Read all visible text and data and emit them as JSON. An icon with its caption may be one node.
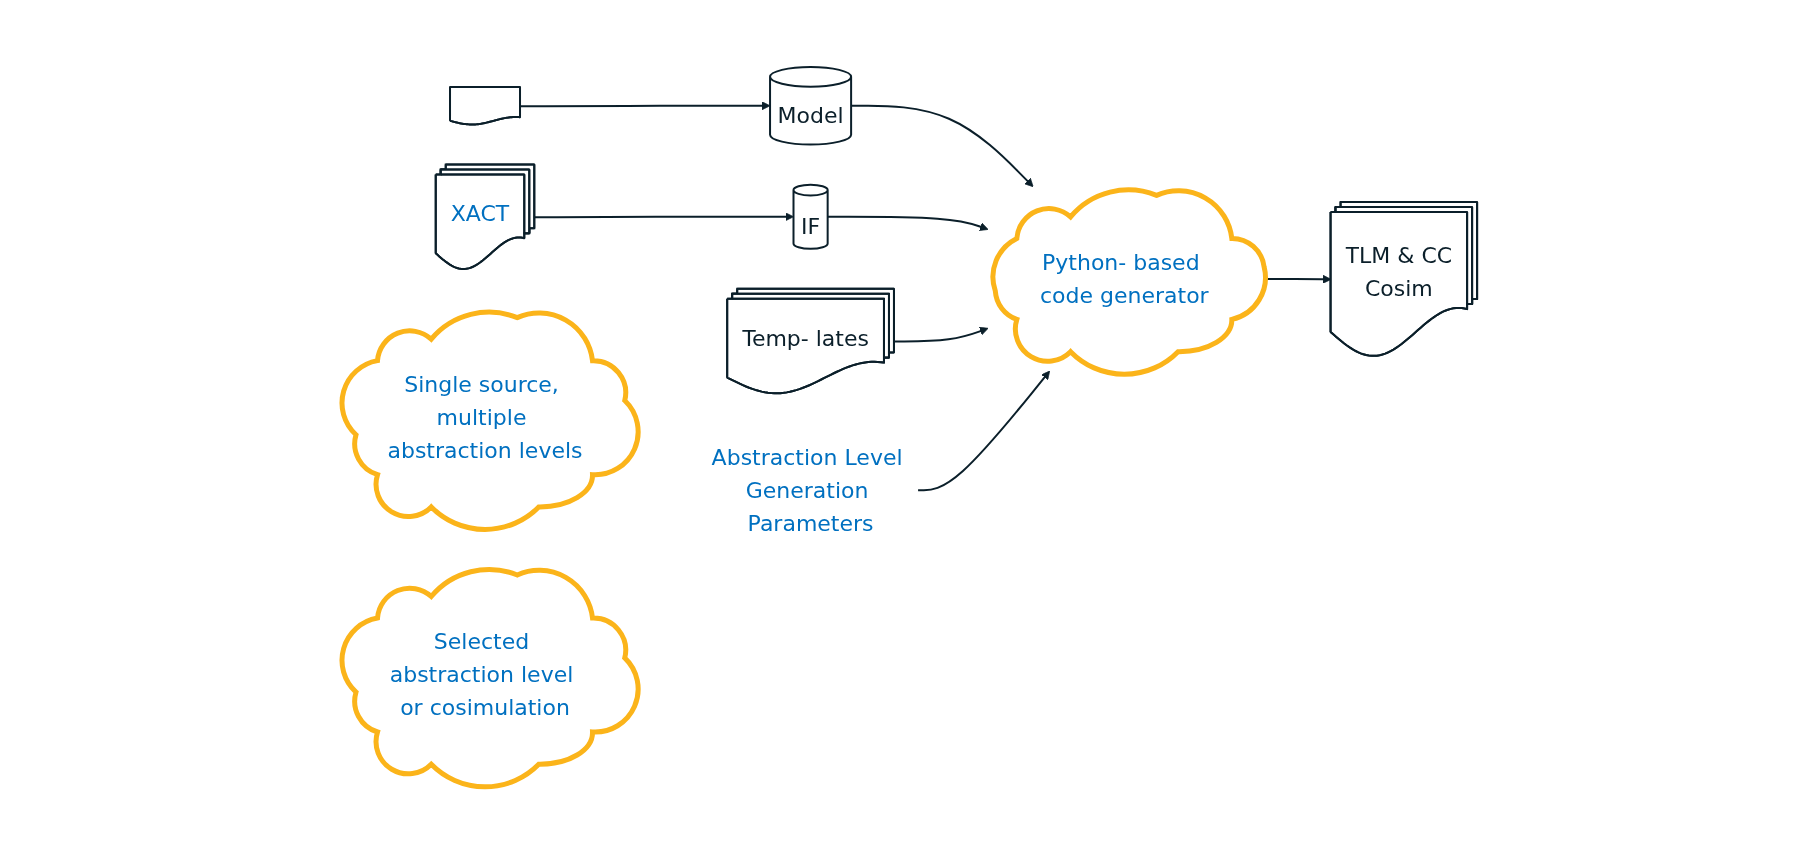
{
  "diagram": {
    "nodes": [
      {
        "text": [],
        "shape": "document"
      },
      {
        "text": [
          "XACT"
        ]
      },
      {
        "text": [
          "Model"
        ]
      },
      {
        "text": [
          "IF"
        ]
      },
      {
        "text": [
          "Temp- lates"
        ]
      },
      {
        "text": [
          "Python- based code generator"
        ]
      },
      {
        "text": [
          "Abstraction Level Generation Parameters"
        ]
      },
      {
        "text": [
          "TLM & CC",
          "Cosim"
        ]
      },
      {
        "text": [
          "Single source, multiple abstraction levels"
        ]
      },
      {
        "text": [
          "Selected abstraction level or cosimulation"
        ]
      }
    ],
    "edges": [
      {
        "from": 0,
        "to": 2,
        "arrow": "to"
      },
      {
        "from": 1,
        "to": 3,
        "arrow": "to"
      },
      {
        "from": 2,
        "to": 5,
        "arrow": "to"
      },
      {
        "from": 3,
        "to": 5,
        "arrow": "to"
      },
      {
        "from": 4,
        "to": 5,
        "arrow": "to"
      },
      {
        "from": 6,
        "to": 5,
        "arrow": "to"
      },
      {
        "from": 5,
        "to": 7,
        "arrow": "to"
      }
    ]
  }
}
